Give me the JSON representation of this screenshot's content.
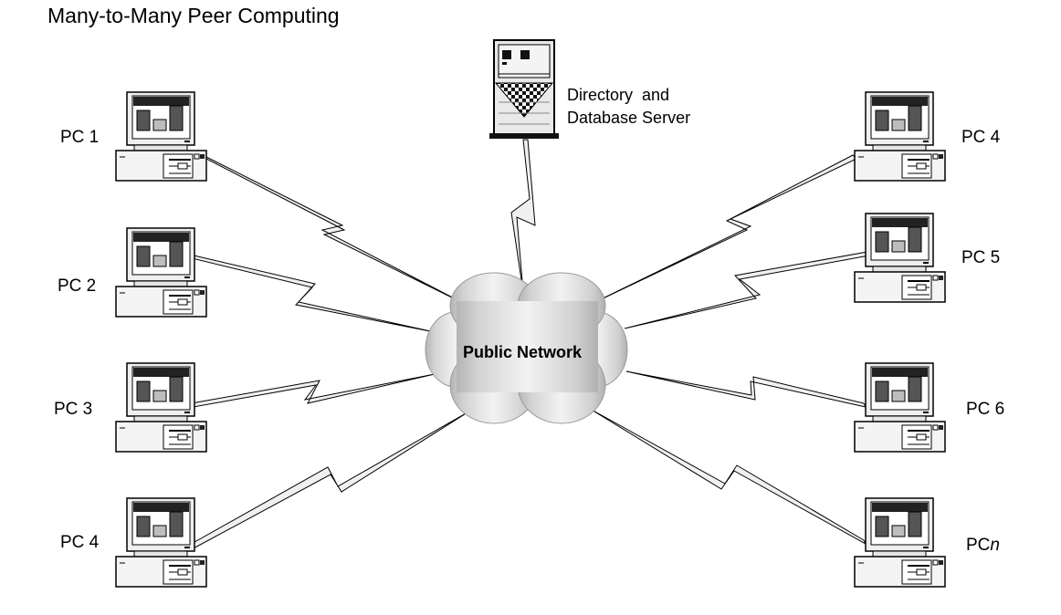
{
  "title": "Many-to-Many Peer Computing",
  "server": {
    "label_line1": "Directory  and",
    "label_line2": "Database Server",
    "icon": "server-tower-icon"
  },
  "network": {
    "label": "Public Network",
    "icon": "cloud-icon"
  },
  "nodes_left": [
    {
      "id": "pc-1",
      "label": "PC 1",
      "icon": "desktop-computer-icon"
    },
    {
      "id": "pc-2",
      "label": "PC 2",
      "icon": "desktop-computer-icon"
    },
    {
      "id": "pc-3",
      "label": "PC 3",
      "icon": "desktop-computer-icon"
    },
    {
      "id": "pc-4-left",
      "label": "PC 4",
      "icon": "desktop-computer-icon"
    }
  ],
  "nodes_right": [
    {
      "id": "pc-4-right",
      "label": "PC 4",
      "icon": "desktop-computer-icon"
    },
    {
      "id": "pc-5",
      "label": "PC 5",
      "icon": "desktop-computer-icon"
    },
    {
      "id": "pc-6",
      "label": "PC 6",
      "icon": "desktop-computer-icon"
    },
    {
      "id": "pc-n",
      "label_prefix": "PC",
      "label_suffix": "n",
      "icon": "desktop-computer-icon"
    }
  ],
  "links": [
    {
      "from": "pc-1",
      "to": "network",
      "icon": "lightning-link-icon"
    },
    {
      "from": "pc-2",
      "to": "network",
      "icon": "lightning-link-icon"
    },
    {
      "from": "pc-3",
      "to": "network",
      "icon": "lightning-link-icon"
    },
    {
      "from": "pc-4-left",
      "to": "network",
      "icon": "lightning-link-icon"
    },
    {
      "from": "server",
      "to": "network",
      "icon": "lightning-link-icon"
    },
    {
      "from": "pc-4-right",
      "to": "network",
      "icon": "lightning-link-icon"
    },
    {
      "from": "pc-5",
      "to": "network",
      "icon": "lightning-link-icon"
    },
    {
      "from": "pc-6",
      "to": "network",
      "icon": "lightning-link-icon"
    },
    {
      "from": "pc-n",
      "to": "network",
      "icon": "lightning-link-icon"
    }
  ],
  "colors": {
    "line": "#000000",
    "bolt_fill": "#f0f0f0",
    "cloud_light": "#e6e6e6",
    "cloud_dark": "#b4b4b4",
    "screen_header": "#222222",
    "bar_dark": "#555555",
    "bar_light": "#bdbdbd",
    "case_fill": "#f4f4f4"
  }
}
